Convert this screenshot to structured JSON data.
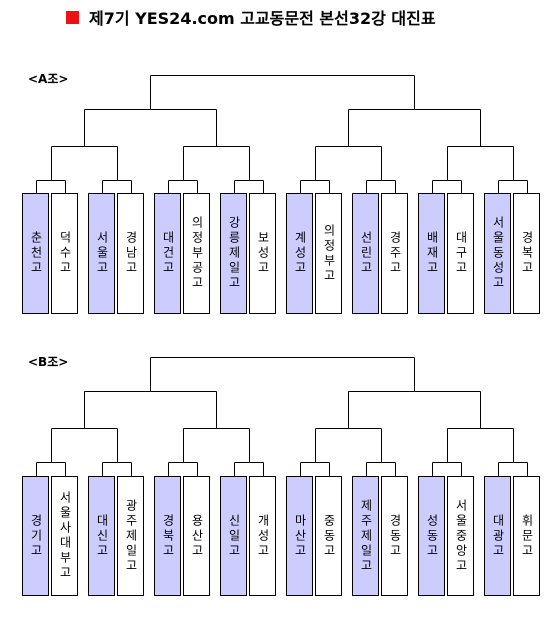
{
  "title": "제7기 YES24.com 고교동문전 본선32강 대진표",
  "colors": {
    "title_icon": "#ee1111",
    "seed_fill": "#ccccff",
    "other_fill": "#ffffff",
    "line": "#000000"
  },
  "groups": [
    {
      "label": "<A조>",
      "teams": [
        "춘천고",
        "덕수고",
        "서울고",
        "경남고",
        "대건고",
        "의정부공고",
        "강릉제일고",
        "보성고",
        "계성고",
        "의정부고",
        "선린고",
        "경주고",
        "배재고",
        "대구고",
        "서울동성고",
        "경복고"
      ]
    },
    {
      "label": "<B조>",
      "teams": [
        "경기고",
        "서울사대부고",
        "대신고",
        "광주제일고",
        "경북고",
        "용산고",
        "신일고",
        "개성고",
        "마산고",
        "중동고",
        "제주제일고",
        "경동고",
        "성동고",
        "서울중앙고",
        "대광고",
        "휘문고"
      ]
    }
  ]
}
